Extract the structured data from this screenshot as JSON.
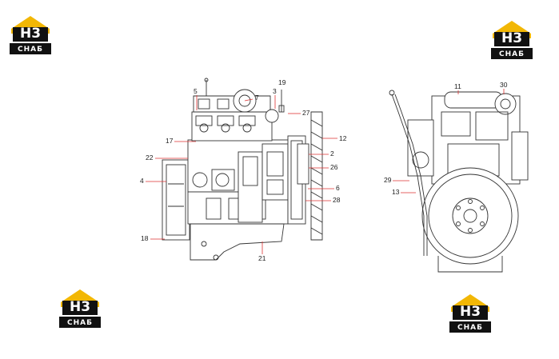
{
  "logos": [
    {
      "id": "logo-top-left",
      "big": "H3",
      "small": "CHAБ"
    },
    {
      "id": "logo-top-right",
      "big": "H3",
      "small": "CHAБ"
    },
    {
      "id": "logo-bottom-left",
      "big": "H3",
      "small": "CHAБ"
    },
    {
      "id": "logo-bottom-right",
      "big": "H3",
      "small": "CHAБ"
    }
  ],
  "callouts": {
    "c5": "5",
    "c7": "7",
    "c3": "3",
    "c19": "19",
    "c27": "27",
    "c12": "12",
    "c17": "17",
    "c22": "22",
    "c2": "2",
    "c26": "26",
    "c4": "4",
    "c6": "6",
    "c28": "28",
    "c18": "18",
    "c21": "21",
    "c11": "11",
    "c30": "30",
    "c29": "29",
    "c13": "13"
  },
  "colors": {
    "logo_yellow": "#f2b705",
    "logo_black": "#111111",
    "leader_red": "#d33333"
  }
}
